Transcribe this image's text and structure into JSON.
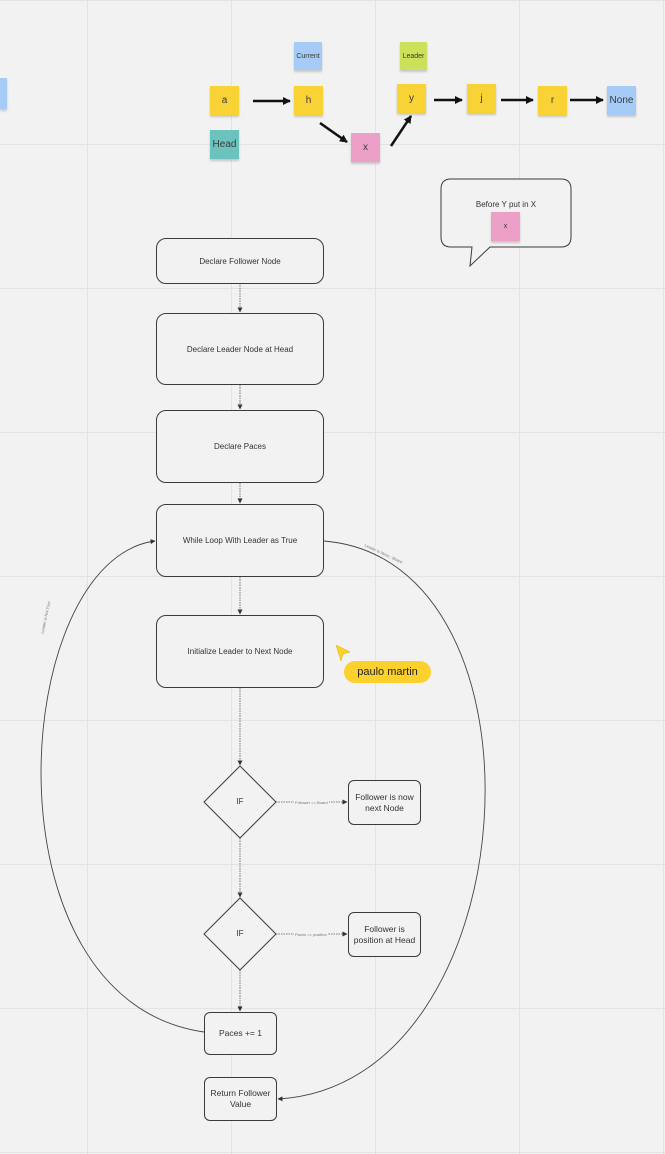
{
  "colors": {
    "yellow": "#f9d335",
    "blue": "#a6cbf7",
    "green": "#cce059",
    "teal": "#6cc3bd",
    "pink": "#ec9fc7",
    "cursor": "#fcd02d"
  },
  "linked_list": {
    "a": "a",
    "h": "h",
    "x": "x",
    "y": "y",
    "j": "j",
    "r": "r",
    "none": "None",
    "head": "Head",
    "current": "Current",
    "leader": "Leader"
  },
  "bubble": {
    "text": "Before Y put in X",
    "note": "x"
  },
  "flow": {
    "declare_follower": "Declare Follower Node",
    "declare_leader": "Declare Leader Node at Head",
    "declare_paces": "Declare Paces",
    "while_loop": "While Loop With Leader as True",
    "init_leader": "Initialize Leader to Next Node",
    "if1": "IF",
    "follower_next": "Follower is now next Node",
    "if2": "IF",
    "follower_head": "Follower is position at Head",
    "paces_inc": "Paces += 1",
    "return_follower": "Return Follower Value"
  },
  "edge_labels": {
    "if1_edge": "Follower == Board",
    "if2_edge": "Paces == position",
    "loop_back": "Leader is Not True",
    "loop_exit": "Leader is None : Board"
  },
  "cursor": {
    "user": "paulo martin"
  }
}
